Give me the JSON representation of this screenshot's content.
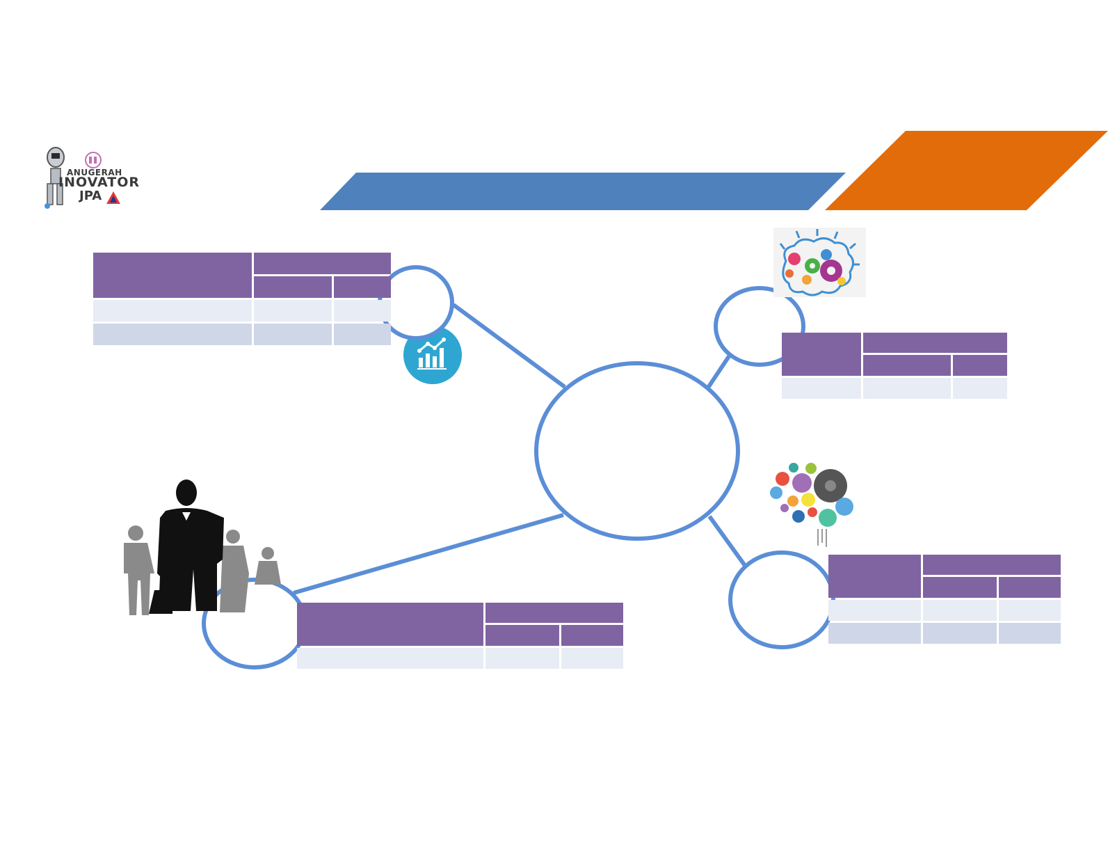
{
  "logo": {
    "lines": [
      "ANUGERAH",
      "INOVATOR",
      "JPA"
    ]
  },
  "colors": {
    "banner_blue": "#4f81bd",
    "banner_orange": "#e36c0a",
    "node_stroke": "#5b8ed6",
    "table_header": "#8064a2",
    "table_row_light": "#e8ecf4",
    "table_row_dark": "#cfd6e8",
    "chart_badge": "#2fa6d1"
  },
  "diagram": {
    "hub": {
      "label": ""
    },
    "nodes": [
      {
        "id": "top-left",
        "label": ""
      },
      {
        "id": "top-right",
        "label": ""
      },
      {
        "id": "bottom-right",
        "label": ""
      },
      {
        "id": "bottom-left",
        "label": ""
      }
    ]
  },
  "icons": [
    "bar-chart-icon",
    "brain-gears-icon",
    "colorful-gears-brain-icon",
    "business-people-silhouette-icon"
  ]
}
